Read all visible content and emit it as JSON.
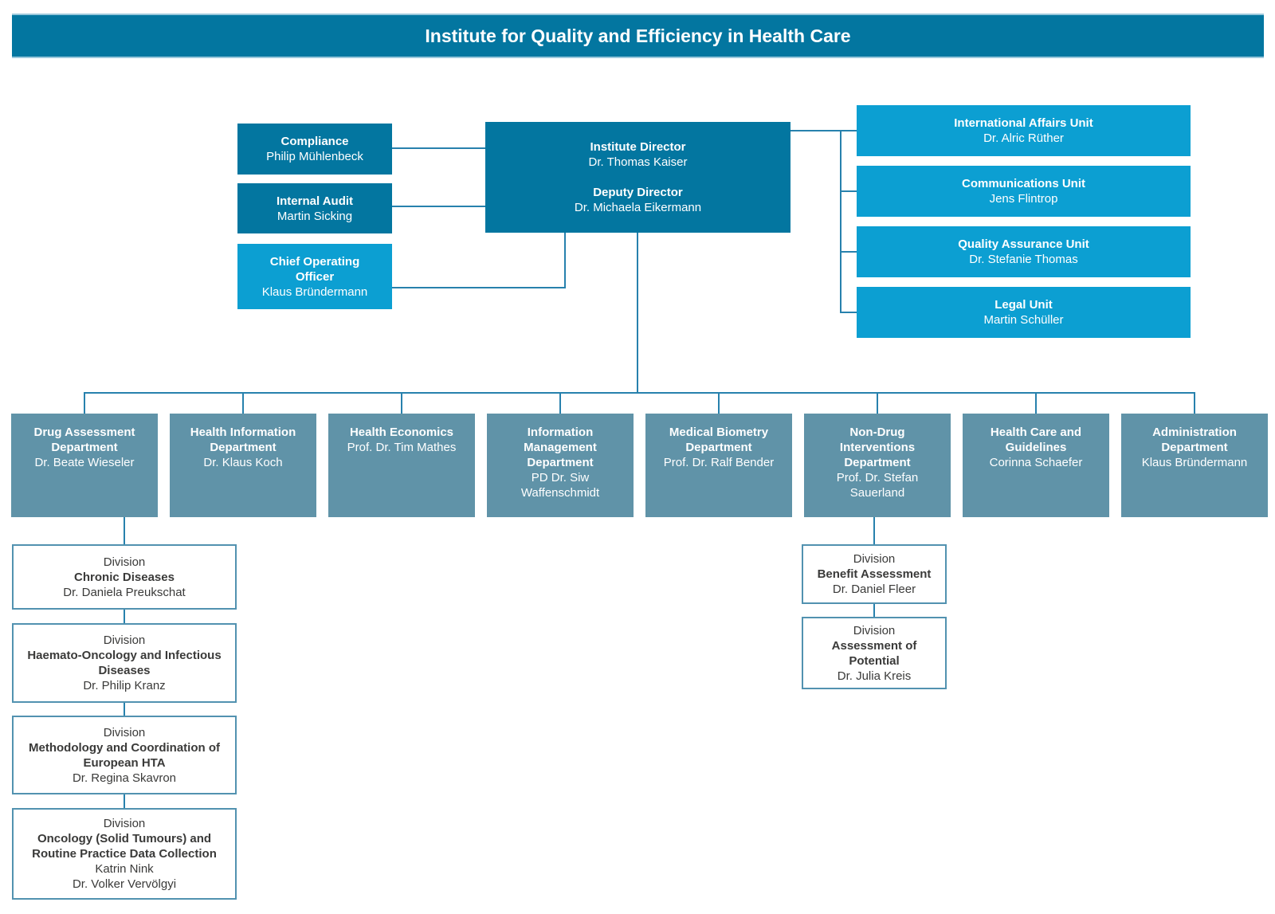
{
  "title_bar": {
    "text": "Institute for Quality and Efficiency in Health Care"
  },
  "colors": {
    "dark_teal": "#0376a0",
    "light_blue": "#0c9fd2",
    "steel_blue": "#6093a8",
    "connector_line": "#2781ad",
    "division_border": "#5292b0",
    "title_text": "#ffffff",
    "division_text": "#3a3a39"
  },
  "staff": [
    {
      "title": "Compliance",
      "name": "Philip Mühlenbeck"
    },
    {
      "title": "Internal Audit",
      "name": "Martin Sicking"
    },
    {
      "title": "Chief Operating Officer",
      "name": "Klaus Bründermann"
    }
  ],
  "directorate": {
    "roles": [
      {
        "title": "Institute Director",
        "name": "Dr. Thomas Kaiser"
      },
      {
        "title": "Deputy Director",
        "name": "Dr. Michaela Eikermann"
      }
    ]
  },
  "units": [
    {
      "title": "International Affairs Unit",
      "name": "Dr. Alric Rüther"
    },
    {
      "title": "Communications Unit",
      "name": "Jens Flintrop"
    },
    {
      "title": "Quality Assurance Unit",
      "name": "Dr. Stefanie Thomas"
    },
    {
      "title": "Legal Unit",
      "name": "Martin Schüller"
    }
  ],
  "departments": [
    {
      "title": "Drug Assessment Department",
      "name": "Dr. Beate Wieseler"
    },
    {
      "title": "Health Information Department",
      "name": "Dr. Klaus Koch"
    },
    {
      "title": "Health Economics",
      "name": "Prof. Dr. Tim Mathes"
    },
    {
      "title": "Information Management Department",
      "name": "PD Dr. Siw Waffenschmidt"
    },
    {
      "title": "Medical Biometry Department",
      "name": "Prof. Dr. Ralf Bender"
    },
    {
      "title": "Non-Drug Interventions Department",
      "name": "Prof. Dr. Stefan Sauerland"
    },
    {
      "title": "Health Care and Guidelines",
      "name": "Corinna Schaefer"
    },
    {
      "title": "Administration Department",
      "name": "Klaus Bründermann"
    }
  ],
  "divisions_left": [
    {
      "label": "Division",
      "name": "Chronic Diseases",
      "person": "Dr. Daniela Preukschat"
    },
    {
      "label": "Division",
      "name": "Haemato-Oncology and Infectious Diseases",
      "person": "Dr. Philip Kranz"
    },
    {
      "label": "Division",
      "name": "Methodology and Coordination of European HTA",
      "person": "Dr. Regina Skavron"
    },
    {
      "label": "Division",
      "name": "Oncology (Solid Tumours) and Routine Practice Data Collection",
      "person": "Katrin Nink",
      "person2": "Dr. Volker Vervölgyi"
    }
  ],
  "divisions_right": [
    {
      "label": "Division",
      "name": "Benefit Assessment",
      "person": "Dr. Daniel Fleer"
    },
    {
      "label": "Division",
      "name": "Assessment of Potential",
      "person": "Dr. Julia Kreis"
    }
  ]
}
